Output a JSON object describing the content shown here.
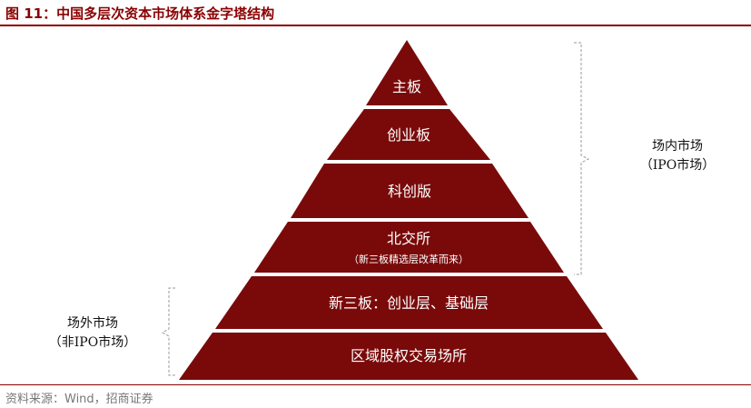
{
  "title": "图 11：中国多层次资本市场体系金字塔结构",
  "tiers": [
    {
      "label": "主板",
      "sub": ""
    },
    {
      "label": "创业板",
      "sub": ""
    },
    {
      "label": "科创版",
      "sub": ""
    },
    {
      "label": "北交所",
      "sub": "（新三板精选层改革而来）"
    },
    {
      "label": "新三板：创业层、基础层",
      "sub": ""
    },
    {
      "label": "区域股权交易场所",
      "sub": ""
    }
  ],
  "exchange_market": {
    "line1": "场内市场",
    "line2": "（IPO市场）"
  },
  "otc_market": {
    "line1": "场外市场",
    "line2": "（非IPO市场）"
  },
  "source": "资料来源：Wind，招商证券",
  "colors": {
    "tier_fill": "#7a0a0a",
    "accent": "#8b0000"
  }
}
